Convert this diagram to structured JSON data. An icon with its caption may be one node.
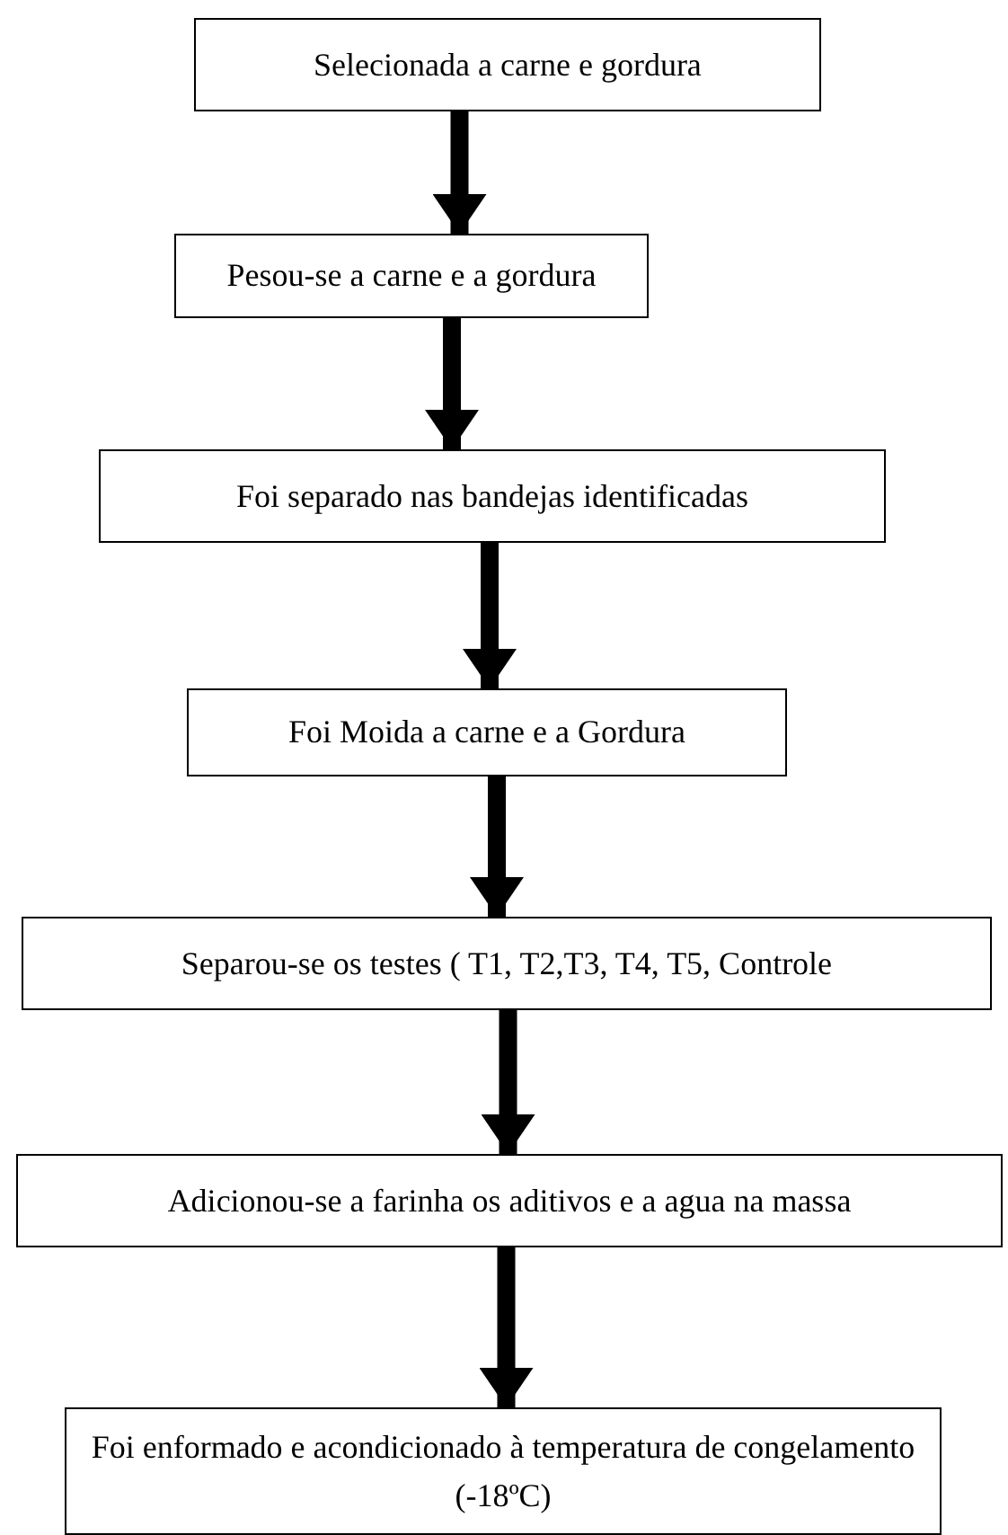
{
  "diagram": {
    "nodes": [
      {
        "text": [
          "Selecionada a carne e gordura"
        ]
      },
      {
        "text": [
          "Pesou-se a carne e a gordura"
        ]
      },
      {
        "text": [
          "Foi separado nas bandejas identificadas"
        ]
      },
      {
        "text": [
          "Foi Moida a carne e a Gordura"
        ]
      },
      {
        "text": [
          "Separou-se os testes ( T1, T2,T3, T4, T5, Controle"
        ]
      },
      {
        "text": [
          "Adicionou-se a farinha os aditivos e a agua na massa"
        ]
      },
      {
        "text": [
          "Foi enformado e acondicionado à temperatura de congelamento (-18ºC)"
        ]
      }
    ],
    "edges": [
      {
        "from": 0,
        "to": 1,
        "arrow": "to"
      },
      {
        "from": 1,
        "to": 2,
        "arrow": "to"
      },
      {
        "from": 2,
        "to": 3,
        "arrow": "to"
      },
      {
        "from": 3,
        "to": 4,
        "arrow": "to"
      },
      {
        "from": 4,
        "to": 5,
        "arrow": "to"
      },
      {
        "from": 5,
        "to": 6,
        "arrow": "to"
      }
    ]
  }
}
